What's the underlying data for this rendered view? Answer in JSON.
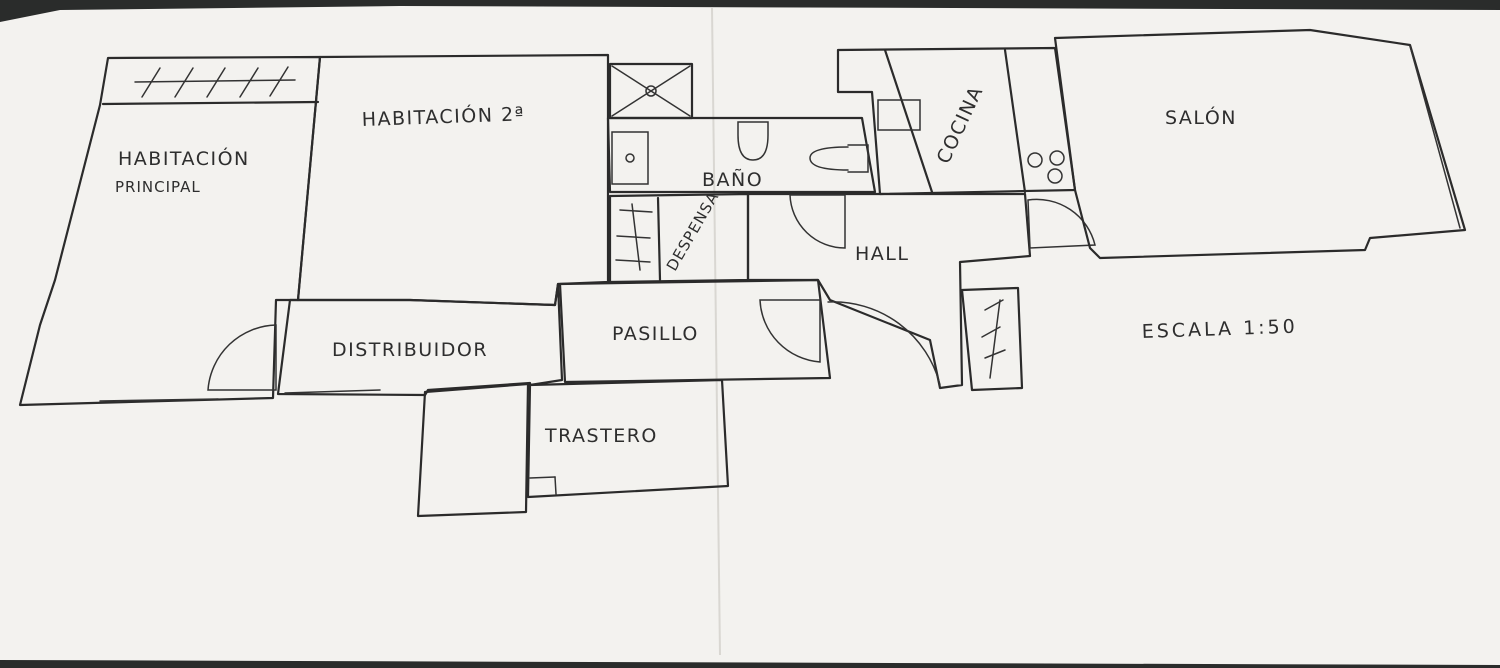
{
  "plan": {
    "rooms": {
      "habitacion_principal_line1": "HABITACIÓN",
      "habitacion_principal_line2": "PRINCIPAL",
      "habitacion_2": "HABITACIÓN 2ª",
      "bano": "BAÑO",
      "cocina": "COCINA",
      "salon": "SALÓN",
      "despensa": "DESPENSA",
      "hall": "HALL",
      "distribuidor": "DISTRIBUIDOR",
      "pasillo": "PASILLO",
      "trastero": "TRASTERO"
    },
    "scale_note": "ESCALA 1:50"
  }
}
